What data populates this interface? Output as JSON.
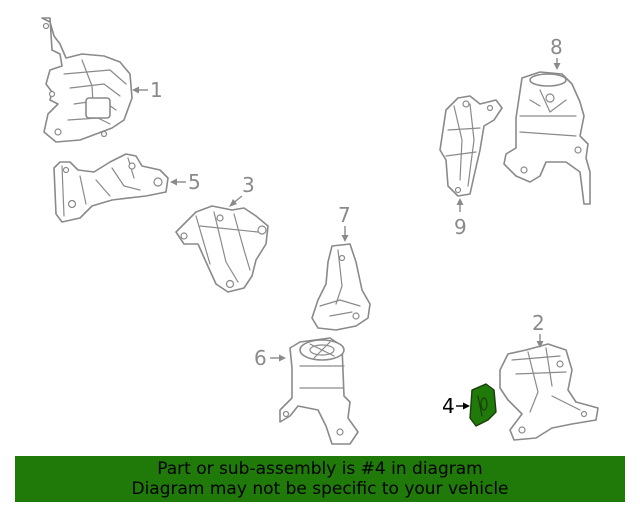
{
  "diagram": {
    "callouts": [
      "1",
      "2",
      "3",
      "4",
      "5",
      "6",
      "7",
      "8",
      "9"
    ],
    "highlighted_callout": "4",
    "highlight_color": "#1f7a0a",
    "line_color": "#8a8a8a"
  },
  "banner": {
    "line1": "Part or sub-assembly is #4 in diagram",
    "line2": "Diagram may not be specific to your vehicle",
    "background_color": "#1f7a0a"
  }
}
